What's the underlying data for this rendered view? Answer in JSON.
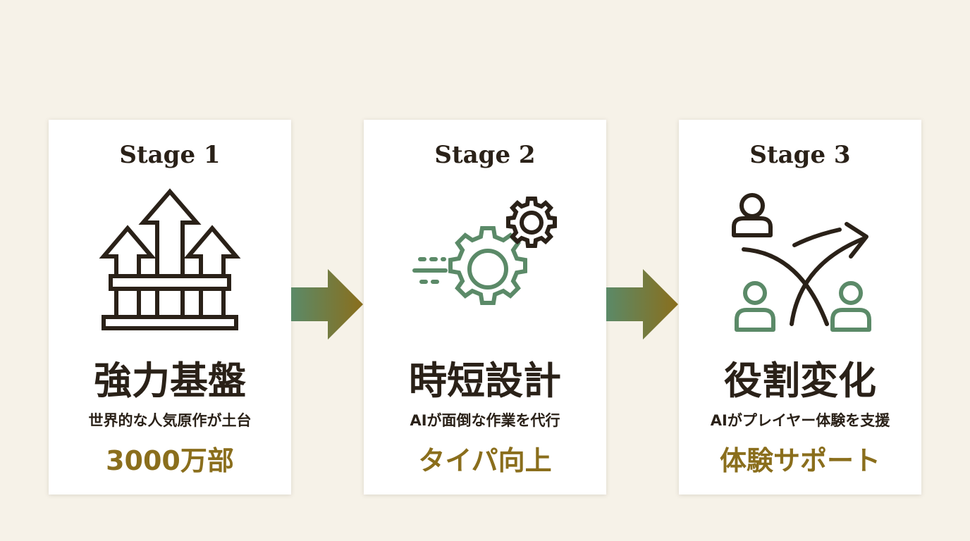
{
  "stages": [
    {
      "label": "Stage 1",
      "icon": "arrows-up-foundation-icon",
      "title": "強力基盤",
      "description": "世界的な人気原作が土台",
      "highlight": "3000万部"
    },
    {
      "label": "Stage 2",
      "icon": "gears-speed-icon",
      "title": "時短設計",
      "description": "AIが面倒な作業を代行",
      "highlight": "タイパ向上"
    },
    {
      "label": "Stage 3",
      "icon": "people-branching-path-icon",
      "title": "役割変化",
      "description": "AIがプレイヤー体験を支援",
      "highlight": "体験サポート"
    }
  ],
  "connectors": [
    {
      "icon": "arrow-right-icon"
    },
    {
      "icon": "arrow-right-icon"
    }
  ],
  "colors": {
    "background": "#f6f2e8",
    "card": "#ffffff",
    "ink": "#2a2118",
    "green": "#5b8a68",
    "gold": "#8a6e1c"
  }
}
